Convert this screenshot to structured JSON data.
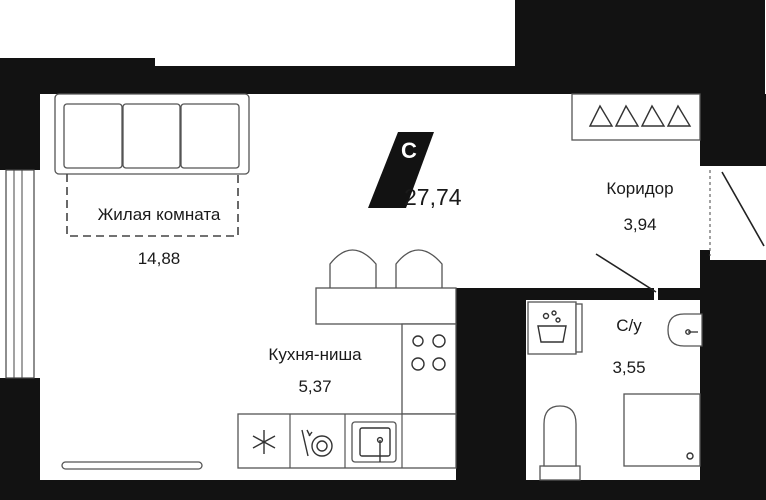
{
  "plan": {
    "badge": "С",
    "total_area": "27,74",
    "rooms": {
      "living": {
        "name": "Жилая комната",
        "area": "14,88"
      },
      "kitchen": {
        "name": "Кухня-ниша",
        "area": "5,37"
      },
      "corridor": {
        "name": "Коридор",
        "area": "3,94"
      },
      "bathroom": {
        "name": "С/у",
        "area": "3,55"
      }
    }
  },
  "colors": {
    "wall": "#121212",
    "line": "#333333",
    "background": "#ffffff"
  }
}
